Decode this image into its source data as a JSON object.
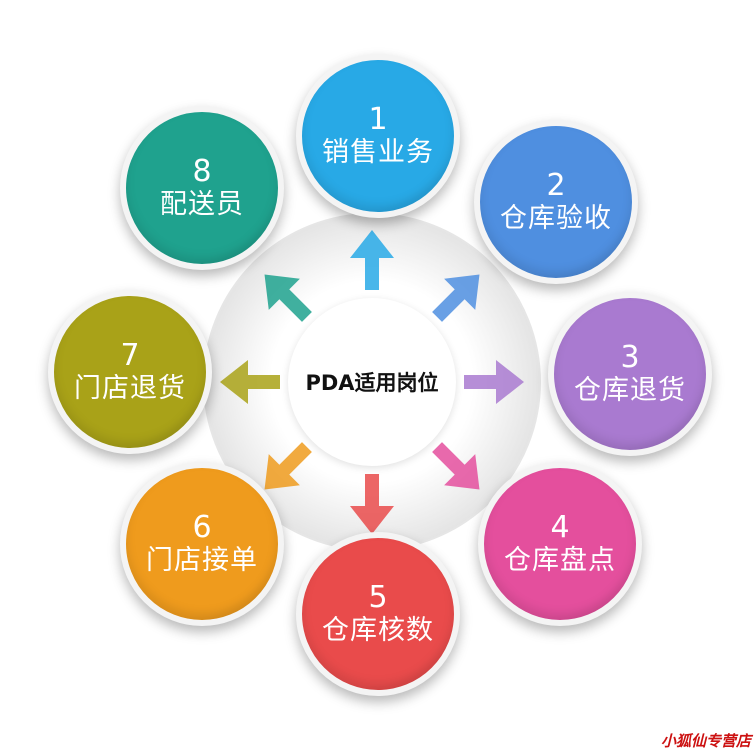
{
  "center": {
    "label": "PDA适用岗位"
  },
  "nodes": [
    {
      "num": "1",
      "label": "销售业务",
      "color": "#28a9e6"
    },
    {
      "num": "2",
      "label": "仓库验收",
      "color": "#4f8fe0"
    },
    {
      "num": "3",
      "label": "仓库退货",
      "color": "#a97ad0"
    },
    {
      "num": "4",
      "label": "仓库盘点",
      "color": "#e44f9d"
    },
    {
      "num": "5",
      "label": "仓库核数",
      "color": "#e94b4b"
    },
    {
      "num": "6",
      "label": "门店接单",
      "color": "#ef9b1d"
    },
    {
      "num": "7",
      "label": "门店退货",
      "color": "#a9a218"
    },
    {
      "num": "8",
      "label": "配送员",
      "color": "#1fa28e"
    }
  ],
  "watermark": {
    "text": "小狐仙专营店",
    "color": "#cc1111"
  }
}
